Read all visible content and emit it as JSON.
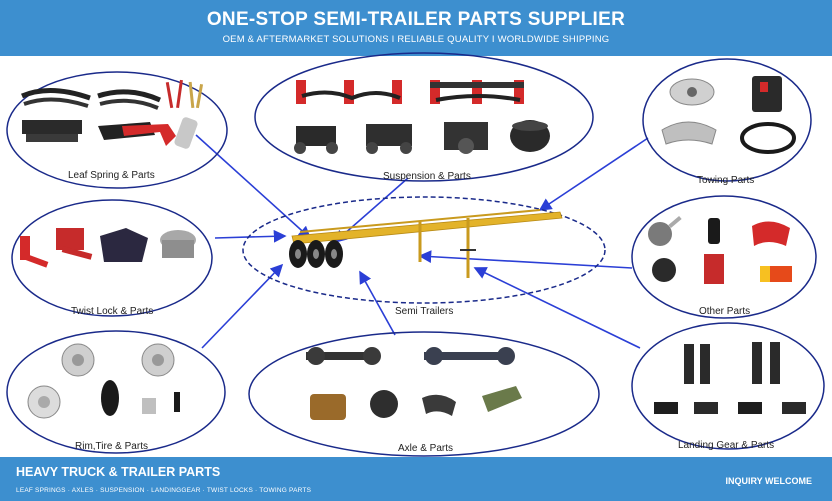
{
  "header": {
    "title": "ONE-STOP SEMI-TRAILER PARTS SUPPLIER",
    "subtitle": "OEM & AFTERMARKET SOLUTIONS I RELIABLE QUALITY I WORLDWIDE SHIPPING"
  },
  "groups": {
    "leaf_spring": "Leaf Spring & Parts",
    "suspension": "Suspension & Parts",
    "towing": "Towing Parts",
    "twist_lock": "Twist Lock & Parts",
    "semi_trailers": "Semi Trailers",
    "other": "Other Parts",
    "rim_tire": "Rim,Tire & Parts",
    "axle": "Axle & Parts",
    "landing_gear": "Landing Gear & Parts"
  },
  "footer": {
    "title": "HEAVY TRUCK & TRAILER PARTS",
    "subtitle": "LEAF SPRINGS · AXLES · SUSPENSION · LANDINGGEAR · TWIST LOCKS · TOWING PARTS",
    "right": "INQUIRY WELCOME"
  },
  "colors": {
    "brand_blue": "#3d8fcf",
    "arrow_blue": "#2b3fd6",
    "trailer_yellow": "#e3b32a",
    "accent_red": "#d42a2a"
  }
}
